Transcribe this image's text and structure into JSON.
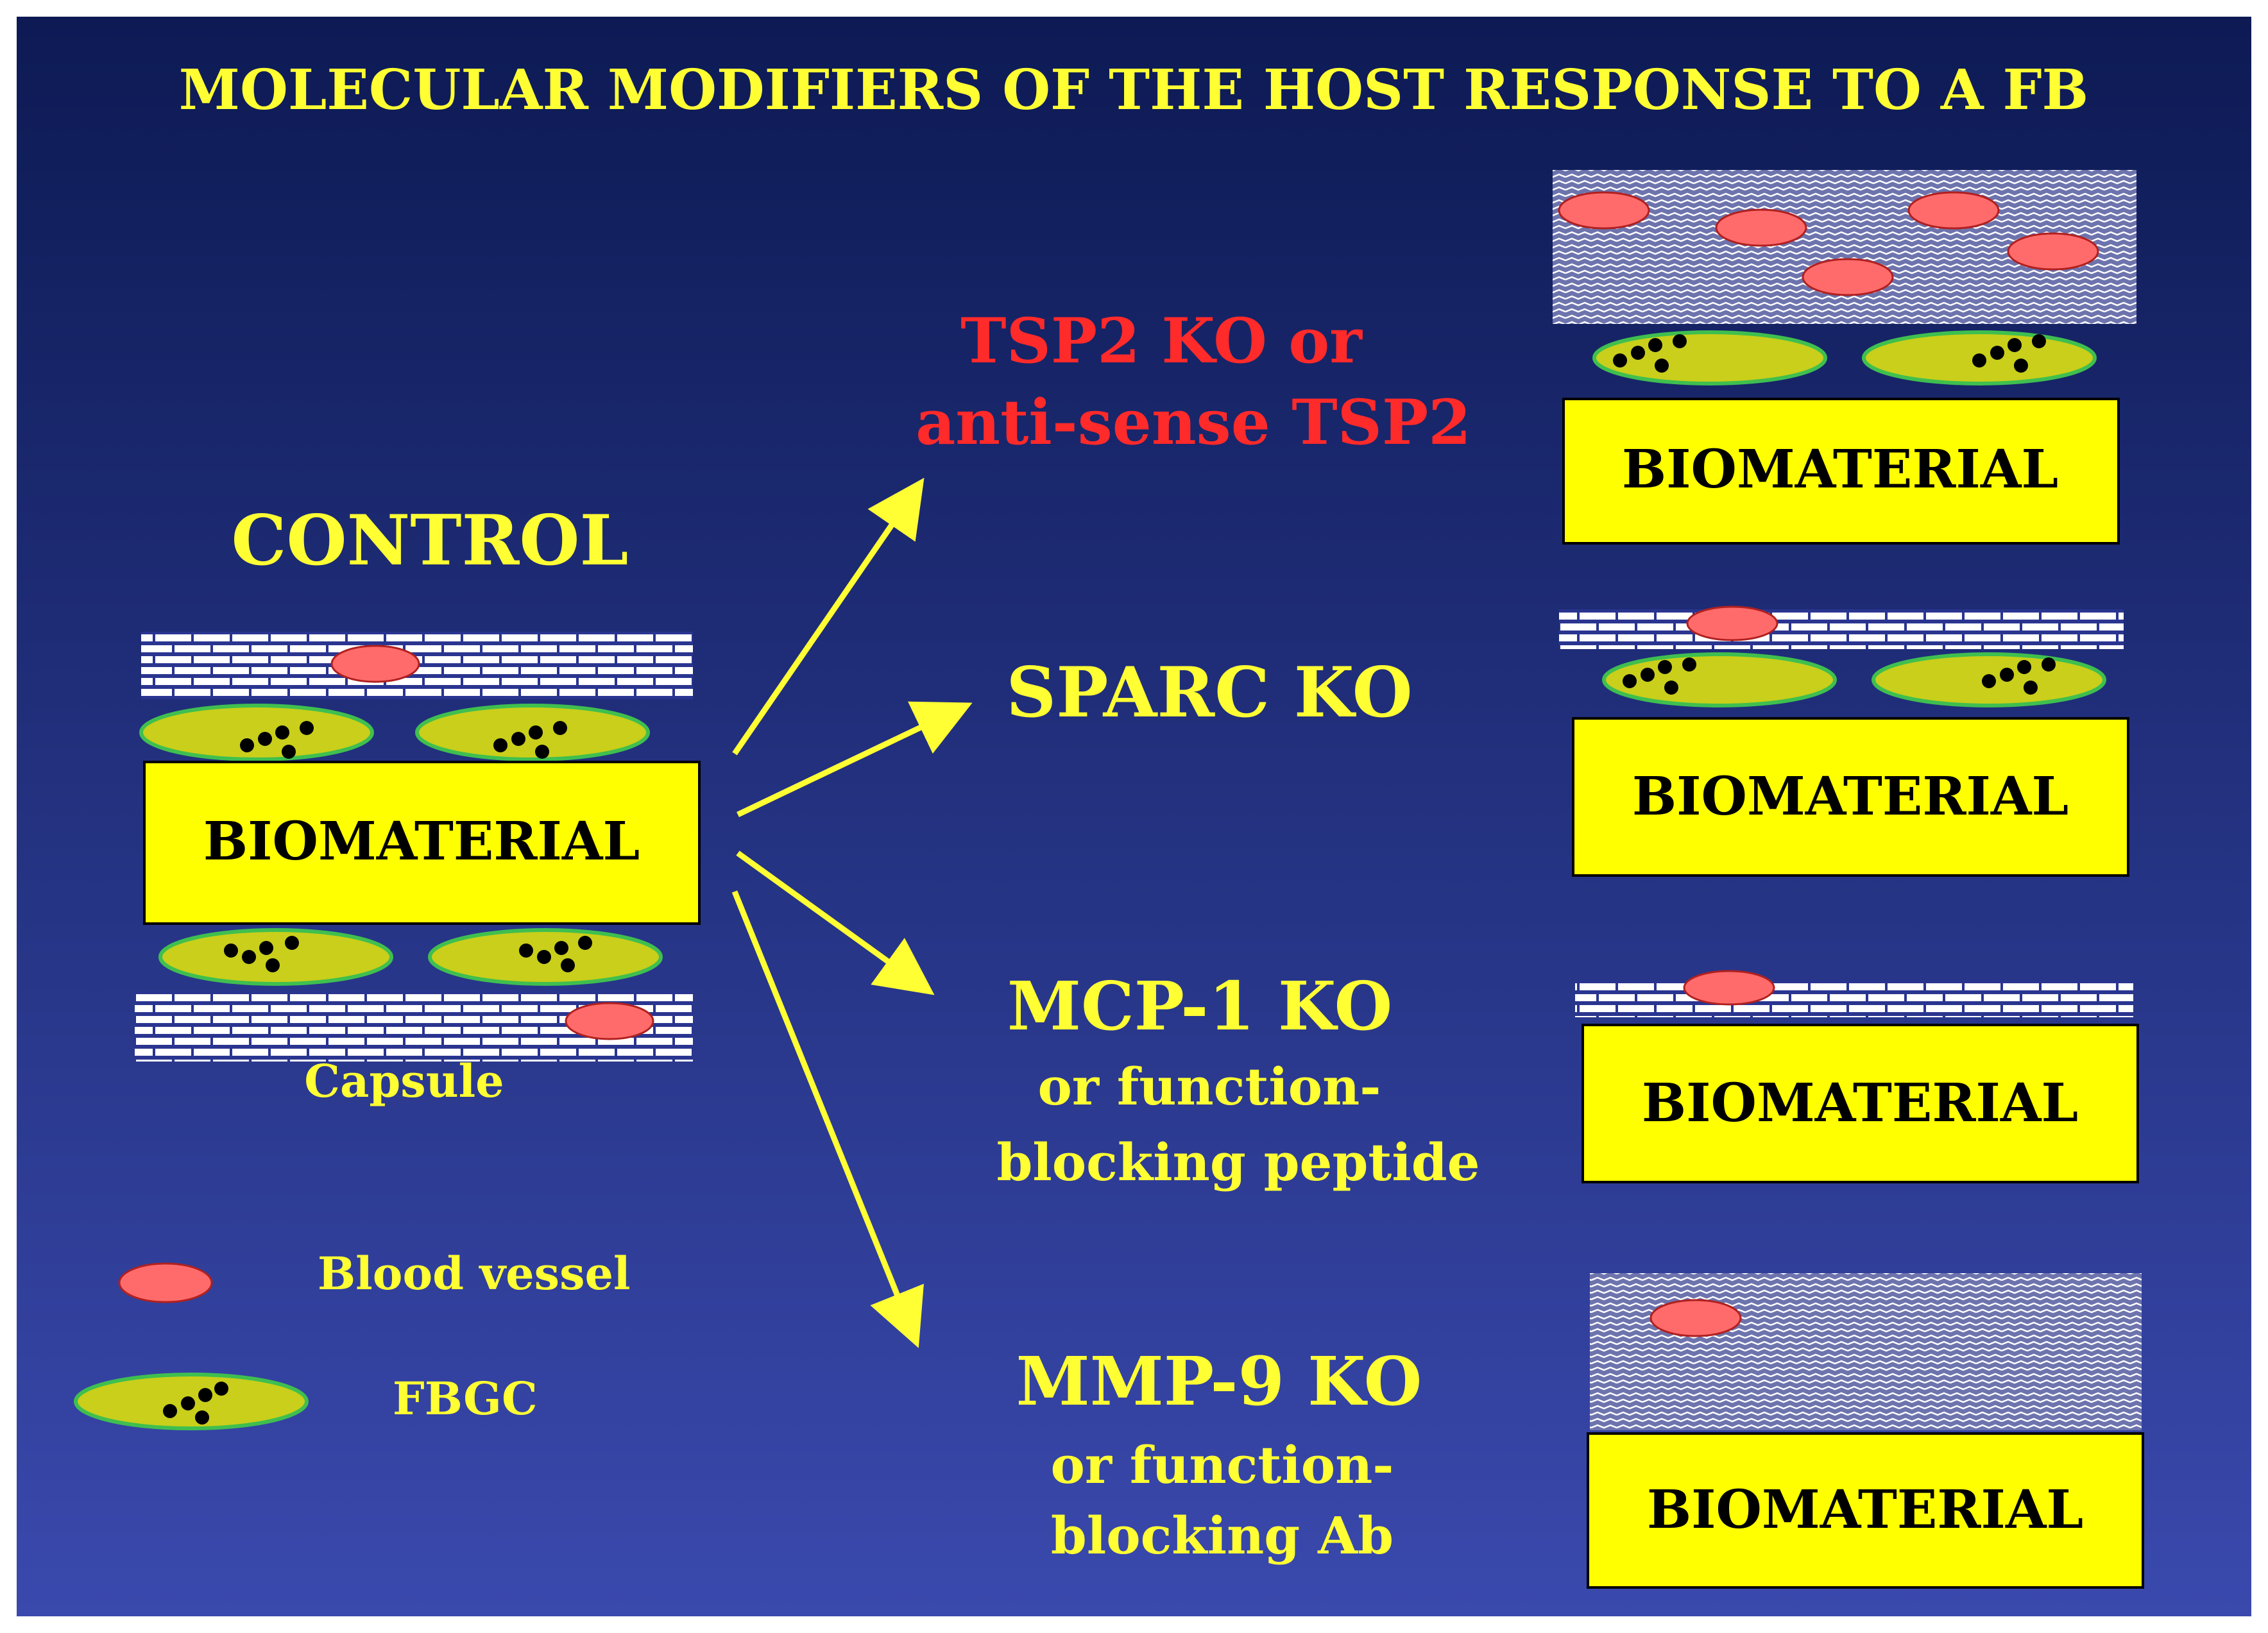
{
  "title": "MOLECULAR MODIFIERS OF THE HOST RESPONSE TO A FB",
  "control": {
    "heading": "CONTROL",
    "biomaterial": "BIOMATERIAL",
    "capsule": "Capsule"
  },
  "legend": {
    "blood_vessel": "Blood vessel",
    "fbgc": "FBGC"
  },
  "conditions": [
    {
      "line1": "TSP2 KO or",
      "line2": "anti-sense TSP2",
      "line3": "",
      "biomaterial": "BIOMATERIAL"
    },
    {
      "line1": "SPARC KO",
      "line2": "",
      "line3": "",
      "biomaterial": "BIOMATERIAL"
    },
    {
      "line1": "MCP-1 KO",
      "line2": "or  function-",
      "line3": "blocking peptide",
      "biomaterial": "BIOMATERIAL"
    },
    {
      "line1": "MMP-9 KO",
      "line2": "or function-",
      "line3": "blocking Ab",
      "biomaterial": "BIOMATERIAL"
    }
  ],
  "colors": {
    "background_top": "#0d1a54",
    "background_bottom": "#3a49ad",
    "title": "#ffff33",
    "text_yellow": "#ffff33",
    "text_red": "#ff2a2a",
    "biomaterial_fill": "#ffff00",
    "fbgc_fill": "#c9cf1a",
    "fbgc_outline": "#3fbf4f",
    "vessel_fill": "#ff6b6b",
    "arrow": "#ffff33"
  }
}
